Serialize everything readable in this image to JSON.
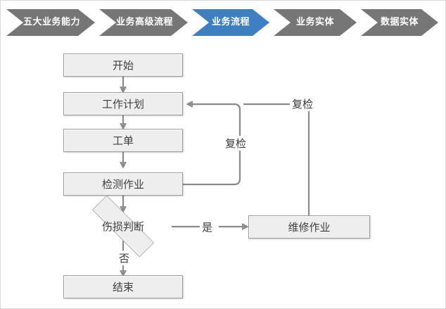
{
  "breadcrumb": {
    "active_color": "#3d7fc1",
    "inactive_color": "#767676",
    "items": [
      {
        "label": "五大业务能力",
        "active": false
      },
      {
        "label": "业务高级流程",
        "active": false
      },
      {
        "label": "业务流程",
        "active": true
      },
      {
        "label": "业务实体",
        "active": false
      },
      {
        "label": "数据实体",
        "active": false
      }
    ]
  },
  "flowchart": {
    "type": "flowchart",
    "node_fill": "#eeeeee",
    "node_border": "#9c9c9c",
    "connector_color": "#8a8a8a",
    "nodes": [
      {
        "id": "start",
        "label": "开始",
        "shape": "rect"
      },
      {
        "id": "workplan",
        "label": "工作计划",
        "shape": "rect"
      },
      {
        "id": "workorder",
        "label": "工单",
        "shape": "rect"
      },
      {
        "id": "inspect",
        "label": "检测作业",
        "shape": "rect"
      },
      {
        "id": "decision",
        "label": "伤损判断",
        "shape": "diamond"
      },
      {
        "id": "repair",
        "label": "维修作业",
        "shape": "rect"
      },
      {
        "id": "end",
        "label": "结束",
        "shape": "rect"
      }
    ],
    "edge_labels": {
      "recheck_inner": "复检",
      "recheck_outer": "复检",
      "yes": "是",
      "no": "否"
    },
    "edges": [
      {
        "from": "start",
        "to": "workplan",
        "label": ""
      },
      {
        "from": "workplan",
        "to": "workorder",
        "label": ""
      },
      {
        "from": "workorder",
        "to": "inspect",
        "label": ""
      },
      {
        "from": "inspect",
        "to": "decision",
        "label": ""
      },
      {
        "from": "inspect",
        "to": "workplan",
        "label": "复检"
      },
      {
        "from": "decision",
        "to": "repair",
        "label": "是"
      },
      {
        "from": "decision",
        "to": "end",
        "label": "否"
      },
      {
        "from": "repair",
        "to": "workplan",
        "label": "复检"
      }
    ]
  }
}
